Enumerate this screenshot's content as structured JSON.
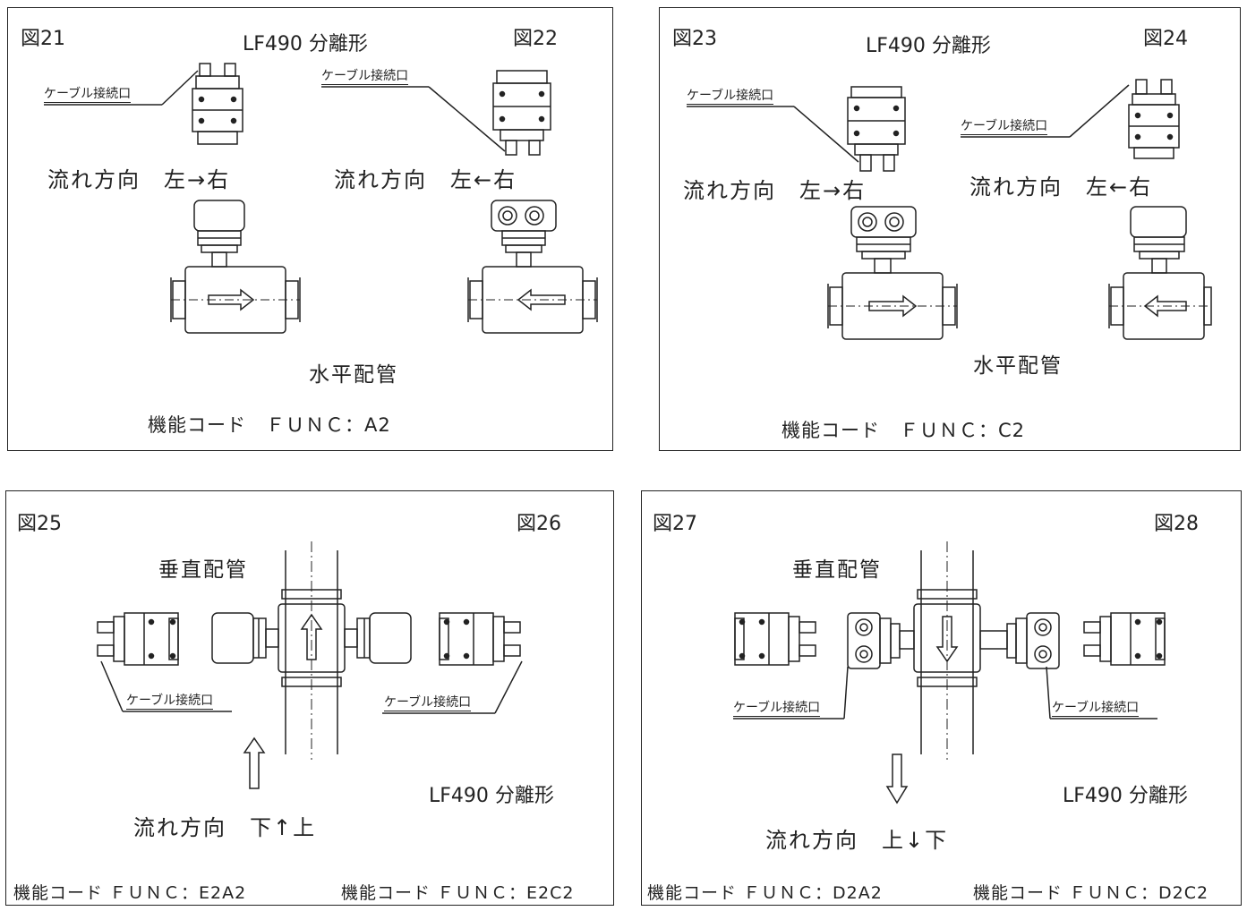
{
  "panel1": {
    "fig_left": "図21",
    "fig_right": "図22",
    "title": "LF490 分離形",
    "cable_left": "ケーブル接続口",
    "cable_right": "ケーブル接続口",
    "flow_left": "流れ方向　左→右",
    "flow_right": "流れ方向　左←右",
    "piping": "水平配管",
    "func": "機能コード　ＦＵＮＣ：A2"
  },
  "panel2": {
    "fig_left": "図23",
    "fig_right": "図24",
    "title": "LF490 分離形",
    "cable_left": "ケーブル接続口",
    "cable_right": "ケーブル接続口",
    "flow_left": "流れ方向　左→右",
    "flow_right": "流れ方向　左←右",
    "piping": "水平配管",
    "func": "機能コード　ＦＵＮＣ：C2"
  },
  "panel3": {
    "fig_left": "図25",
    "fig_right": "図26",
    "piping": "垂直配管",
    "cable_left": "ケーブル接続口",
    "cable_right": "ケーブル接続口",
    "model": "LF490 分離形",
    "flow": "流れ方向　下↑上",
    "func_left": "機能コード ＦＵＮＣ：E2A2",
    "func_right": "機能コード ＦＵＮＣ：E2C2"
  },
  "panel4": {
    "fig_left": "図27",
    "fig_right": "図28",
    "piping": "垂直配管",
    "cable_left": "ケーブル接続口",
    "cable_right": "ケーブル接続口",
    "model": "LF490 分離形",
    "flow": "流れ方向　上↓下",
    "func_left": "機能コード ＦＵＮＣ：D2A2",
    "func_right": "機能コード ＦＵＮＣ：D2C2"
  }
}
